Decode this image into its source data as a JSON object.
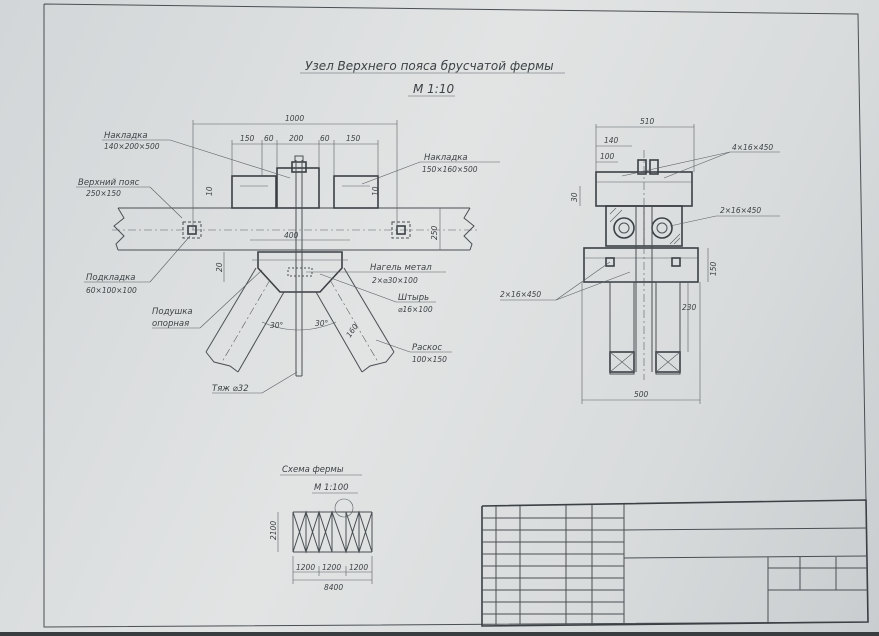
{
  "title": "Узел Верхнего пояса брусчатой фермы",
  "scale_main": "М 1:10",
  "front_view": {
    "dimensions": {
      "overall": "1000",
      "d150a": "150",
      "d60a": "60",
      "d200": "200",
      "d60b": "60",
      "d150b": "150",
      "d400": "400",
      "d250": "250",
      "d10a": "10",
      "d10b": "10",
      "d20": "20",
      "angle_left": "30°",
      "angle_right": "30°",
      "d160": "160"
    },
    "labels": {
      "nakladka_left_name": "Накладка",
      "nakladka_left_size": "140×200×500",
      "nakladka_right_name": "Накладка",
      "nakladka_right_size": "150×160×500",
      "verh_poyas_name": "Верхний пояс",
      "verh_poyas_size": "250×150",
      "podkladka_name": "Подкладка",
      "podkladka_size": "60×100×100",
      "nagel_name": "Нагель метал",
      "nagel_size": "2×⌀30×100",
      "podushka_line1": "Подушка",
      "podushka_line2": "опорная",
      "shtyr_name": "Штырь",
      "shtyr_size": "⌀16×100",
      "raskos_name": "Раскос",
      "raskos_size": "100×150",
      "tyazh": "Тяж ⌀32"
    }
  },
  "side_view": {
    "dimensions": {
      "d510": "510",
      "d140": "140",
      "d100": "100",
      "d30": "30",
      "d150": "150",
      "d230": "230",
      "d500": "500"
    },
    "labels": {
      "bolt_top": "4×16×450",
      "bolt_right": "2×16×450",
      "bolt_left": "2×16×450"
    }
  },
  "truss_scheme": {
    "title": "Схема фермы",
    "scale": "М 1:100",
    "height": "2100",
    "panel1": "1200",
    "panel2": "1200",
    "panel3": "1200",
    "span": "8400"
  }
}
